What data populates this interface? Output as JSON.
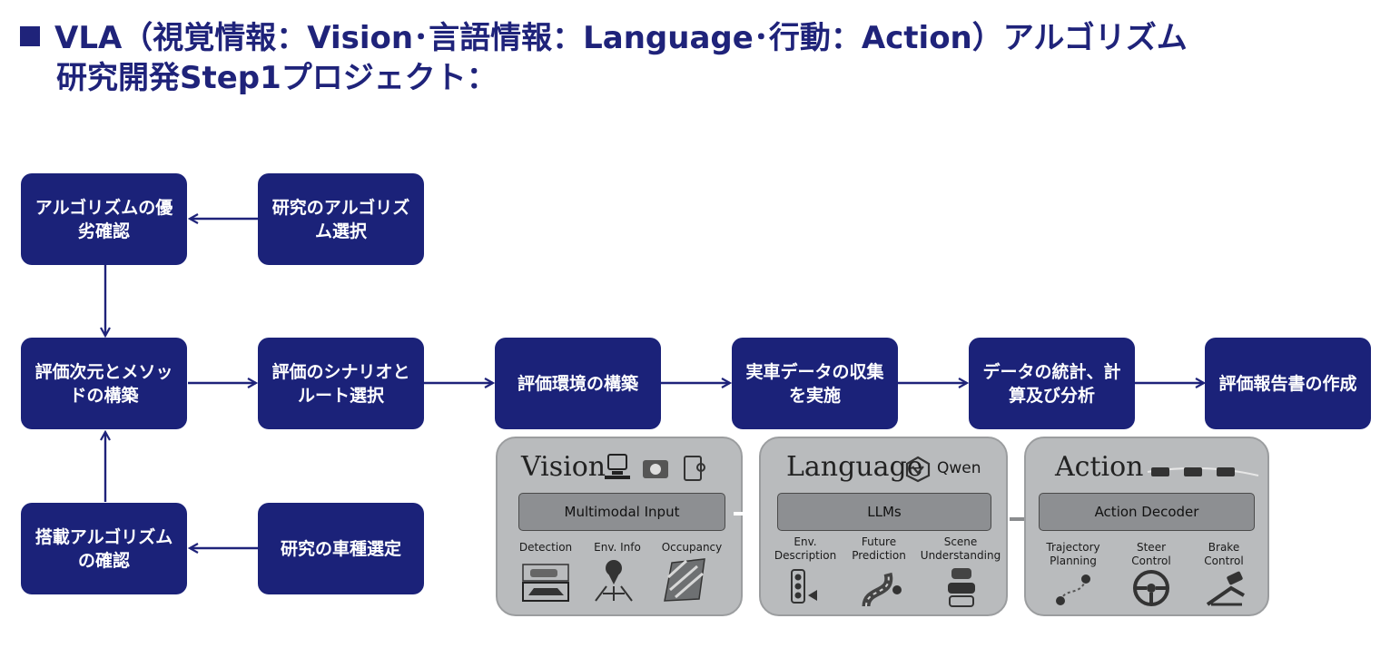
{
  "title": {
    "line1": "VLA（視覚情報：Vision･言語情報：Language･行動：Action）アルゴリズム",
    "line2": "研究開発Step1プロジェクト："
  },
  "colors": {
    "box": "#1b2279",
    "title": "#1f237a",
    "arrow": "#1f237a",
    "panel": "#b9bbbd"
  },
  "boxes": {
    "algo_compare": "アルゴリズムの優劣確認",
    "algo_select": "研究のアルゴリズム選択",
    "eval_dimension": "評価次元とメソッドの構築",
    "scenario_route": "評価のシナリオとルート選択",
    "eval_env": "評価環境の構築",
    "data_collect": "実車データの収集を実施",
    "data_stats": "データの統計、計算及び分析",
    "report": "評価報告書の作成",
    "onboard_algo": "搭載アルゴリズムの確認",
    "vehicle_select": "研究の車種選定"
  },
  "vla": {
    "vision": {
      "title": "Vision",
      "bar": "Multimodal Input",
      "items": [
        "Detection",
        "Env. Info",
        "Occupancy"
      ],
      "icons": [
        "camera-icon",
        "car-icon",
        "map-pin-icon",
        "occupancy-map-icon"
      ]
    },
    "language": {
      "title": "Language",
      "brand": "Qwen",
      "bar": "LLMs",
      "items": [
        "Env.\nDescription",
        "Future\nPrediction",
        "Scene\nUnderstanding"
      ],
      "icons": [
        "qwen-logo-icon",
        "traffic-light-icon",
        "road-icon",
        "vehicles-icon"
      ]
    },
    "action": {
      "title": "Action",
      "bar": "Action Decoder",
      "items": [
        "Trajectory\nPlanning",
        "Steer\nControl",
        "Brake\nControl"
      ],
      "icons": [
        "token-chain-icon",
        "trajectory-icon",
        "steering-wheel-icon",
        "brake-pedal-icon"
      ]
    }
  }
}
